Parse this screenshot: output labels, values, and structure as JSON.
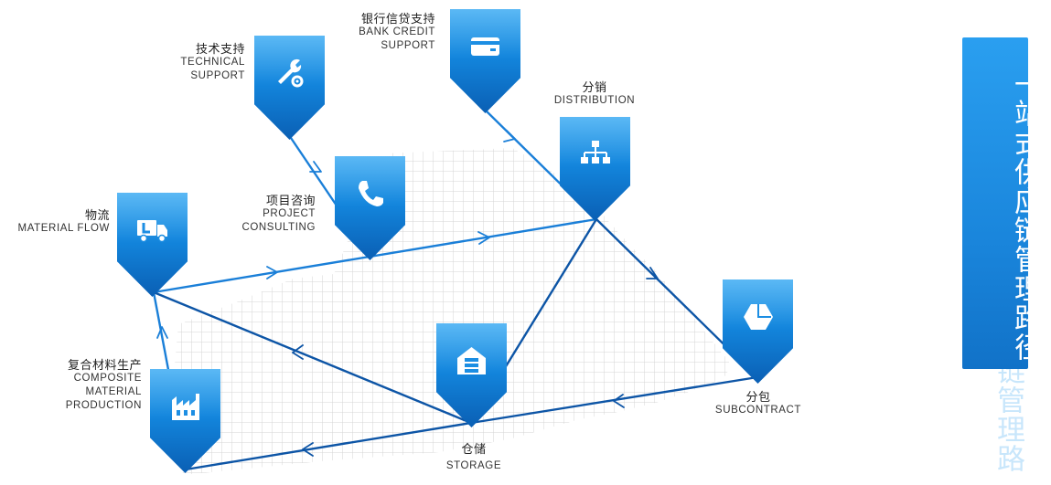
{
  "title": "一站式供应链管理路径",
  "nodes": {
    "bank_credit": {
      "cn": "银行信贷支持",
      "en1": "BANK CREDIT",
      "en2": "SUPPORT",
      "icon": "credit-card-icon"
    },
    "technical": {
      "cn": "技术支持",
      "en1": "TECHNICAL",
      "en2": "SUPPORT",
      "icon": "wrench-gear-icon"
    },
    "distribution": {
      "cn": "分销",
      "en1": "DISTRIBUTION",
      "icon": "hierarchy-icon"
    },
    "consulting": {
      "cn": "项目咨询",
      "en1": "PROJECT",
      "en2": "CONSULTING",
      "icon": "phone-icon"
    },
    "logistics": {
      "cn": "物流",
      "en1": "MATERIAL FLOW",
      "icon": "truck-icon"
    },
    "subcontract": {
      "cn": "分包",
      "en1": "SUBCONTRACT",
      "icon": "box-icon"
    },
    "storage": {
      "cn": "仓储",
      "en1": "STORAGE",
      "icon": "warehouse-icon"
    },
    "production": {
      "cn": "复合材料生产",
      "en1": "COMPOSITE",
      "en2": "MATERIAL",
      "en3": "PRODUCTION",
      "icon": "factory-icon"
    }
  },
  "colors": {
    "node_blue": "#1386dd",
    "line_blue": "#1a7fd8",
    "dark_line": "#0d55a6",
    "grid": "#d4d4d4",
    "panel": "#1a86dc"
  }
}
